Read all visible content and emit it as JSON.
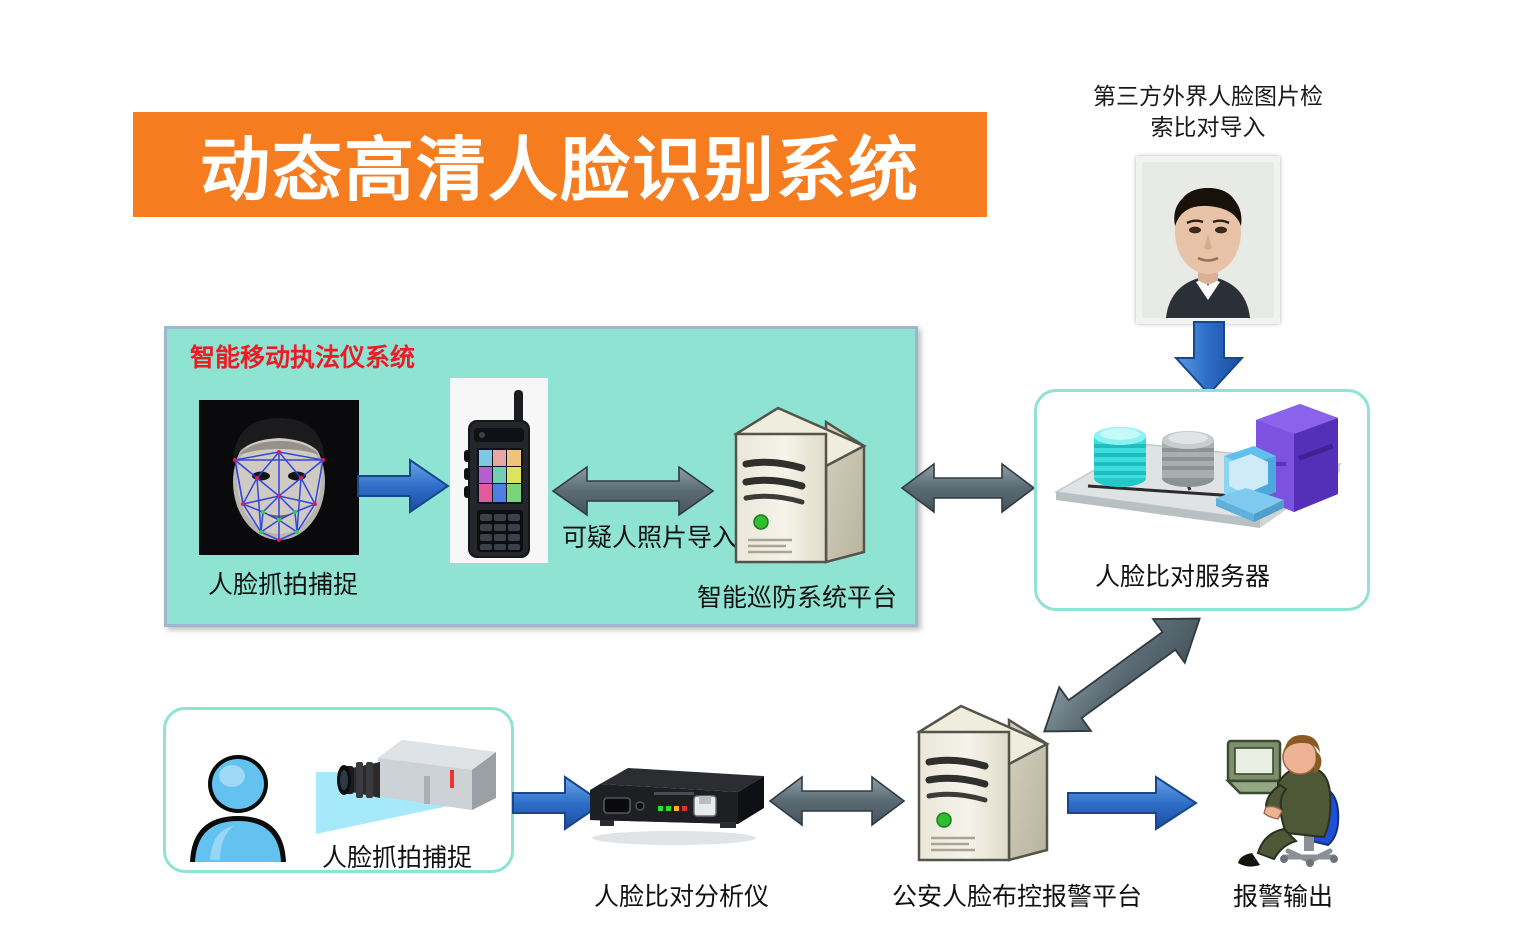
{
  "title": {
    "text": "动态高清人脸识别系统",
    "banner_color": "#F57C1F",
    "text_color": "#FFFFFF"
  },
  "captions": {
    "third_party_import": "第三方外界人脸图片检索比对导入",
    "third_party_import_line1": "第三方外界人脸图片检",
    "third_party_import_line2": "索比对导入"
  },
  "mobile_system": {
    "title": "智能移动执法仪系统",
    "title_color": "#ED1C24",
    "box_color": "#8FE3D3",
    "nodes": [
      {
        "id": "face-capture",
        "label": "人脸抓拍捕捉",
        "icon": "face-mesh-image"
      },
      {
        "id": "handheld-terminal",
        "label": "",
        "icon": "handheld-device"
      },
      {
        "id": "patrol-platform",
        "label": "智能巡防系统平台",
        "icon": "server-tower"
      }
    ],
    "edge_label": "可疑人照片导入"
  },
  "compare_server": {
    "label": "人脸比对服务器",
    "icons": [
      "database-cyan-icon",
      "database-gray-icon",
      "computer-icon",
      "server-rack-purple-icon"
    ]
  },
  "bottom_row": {
    "nodes": [
      {
        "id": "camera-capture",
        "label": "人脸抓拍捕捉",
        "icon": "box-camera-icon"
      },
      {
        "id": "face-analyzer",
        "label": "人脸比对分析仪",
        "icon": "network-appliance-icon"
      },
      {
        "id": "police-alarm-platform",
        "label": "公安人脸布控报警平台",
        "icon": "server-tower"
      },
      {
        "id": "alarm-output",
        "label": "报警输出",
        "icon": "operator-workstation-icon"
      }
    ]
  },
  "colors": {
    "accent_orange": "#F57C1F",
    "teal_panel": "#8FE3D3",
    "arrow_blue": "#2B65C0",
    "arrow_gray": "#5C6C74",
    "red_text": "#ED1C24",
    "card_border": "#8FE3D3"
  },
  "arrows": [
    {
      "id": "face-to-handheld",
      "style": "blue-right"
    },
    {
      "id": "handheld-to-patrol",
      "style": "gray-bidirectional"
    },
    {
      "id": "patrol-to-compare-server",
      "style": "gray-bidirectional"
    },
    {
      "id": "photo-to-compare-server",
      "style": "blue-down"
    },
    {
      "id": "police-to-compare-server",
      "style": "gray-bidirectional-diagonal"
    },
    {
      "id": "camera-to-analyzer",
      "style": "blue-right"
    },
    {
      "id": "analyzer-to-police",
      "style": "gray-bidirectional"
    },
    {
      "id": "police-to-alarm",
      "style": "blue-right"
    }
  ]
}
